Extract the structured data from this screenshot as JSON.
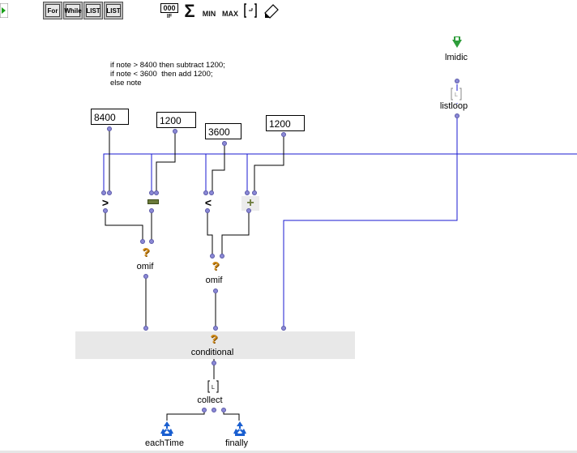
{
  "toolbar": {
    "left_arrow_icon": "green-arrow-icon",
    "loop_tools": [
      "For",
      "While",
      "LIST",
      "LIST"
    ],
    "misc_tools": {
      "if_label": "IF",
      "if_top": "000",
      "sum_symbol": "Σ",
      "min_label": "MIN",
      "max_label": "MAX"
    }
  },
  "comment": "if note > 8400 then subtract 1200;\nif note < 3600  then add 1200;\nelse note",
  "numboxes": {
    "n8400": "8400",
    "n1200a": "1200",
    "n3600": "3600",
    "n1200b": "1200"
  },
  "ops": {
    "gt": ">",
    "minus": "−",
    "lt": "<",
    "plus": "+"
  },
  "boxes": {
    "lmidic": "lmidic",
    "listloop": "listloop",
    "omif1": "omif",
    "omif2": "omif",
    "conditional": "conditional",
    "collect": "collect",
    "eachTime": "eachTime",
    "finally": "finally"
  },
  "colors": {
    "wire": "#0000c8",
    "wire_black": "#000000",
    "inlet": "#8b89d6",
    "conditional_bg": "#e8e8e8",
    "recycle_icon": "#1a5fd0",
    "lmidic_icon": "#2e9d3a"
  }
}
